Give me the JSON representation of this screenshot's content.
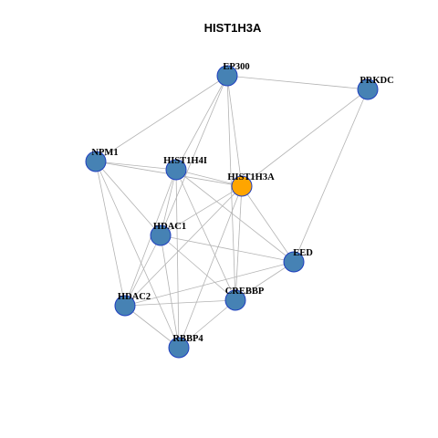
{
  "title": "HIST1H3A",
  "colors": {
    "node_default": "#4682b4",
    "node_highlight": "#ffa500",
    "node_border": "#1f3fbf",
    "edge": "#b3b3b3"
  },
  "nodes": [
    {
      "id": "EP300",
      "label": "EP300",
      "highlight": false
    },
    {
      "id": "PRKDC",
      "label": "PRKDC",
      "highlight": false
    },
    {
      "id": "NPM1",
      "label": "NPM1",
      "highlight": false
    },
    {
      "id": "HIST1H4I",
      "label": "HIST1H4I",
      "highlight": false
    },
    {
      "id": "HIST1H3A",
      "label": "HIST1H3A",
      "highlight": true
    },
    {
      "id": "HDAC1",
      "label": "HDAC1",
      "highlight": false
    },
    {
      "id": "EED",
      "label": "EED",
      "highlight": false
    },
    {
      "id": "HDAC2",
      "label": "HDAC2",
      "highlight": false
    },
    {
      "id": "CREBBP",
      "label": "CREBBP",
      "highlight": false
    },
    {
      "id": "RBBP4",
      "label": "RBBP4",
      "highlight": false
    }
  ],
  "edges": [
    [
      "EP300",
      "PRKDC"
    ],
    [
      "EP300",
      "NPM1"
    ],
    [
      "EP300",
      "HIST1H4I"
    ],
    [
      "EP300",
      "HIST1H3A"
    ],
    [
      "EP300",
      "HDAC1"
    ],
    [
      "EP300",
      "CREBBP"
    ],
    [
      "PRKDC",
      "HIST1H3A"
    ],
    [
      "PRKDC",
      "EED"
    ],
    [
      "NPM1",
      "HIST1H4I"
    ],
    [
      "NPM1",
      "HIST1H3A"
    ],
    [
      "NPM1",
      "HDAC2"
    ],
    [
      "NPM1",
      "RBBP4"
    ],
    [
      "NPM1",
      "HDAC1"
    ],
    [
      "HIST1H4I",
      "HIST1H3A"
    ],
    [
      "HIST1H4I",
      "HDAC1"
    ],
    [
      "HIST1H4I",
      "HDAC2"
    ],
    [
      "HIST1H4I",
      "RBBP4"
    ],
    [
      "HIST1H4I",
      "CREBBP"
    ],
    [
      "HIST1H4I",
      "EED"
    ],
    [
      "HIST1H3A",
      "HDAC1"
    ],
    [
      "HIST1H3A",
      "EED"
    ],
    [
      "HIST1H3A",
      "HDAC2"
    ],
    [
      "HIST1H3A",
      "CREBBP"
    ],
    [
      "HIST1H3A",
      "RBBP4"
    ],
    [
      "HDAC1",
      "EED"
    ],
    [
      "HDAC1",
      "HDAC2"
    ],
    [
      "HDAC1",
      "RBBP4"
    ],
    [
      "HDAC1",
      "CREBBP"
    ],
    [
      "EED",
      "HDAC2"
    ],
    [
      "EED",
      "CREBBP"
    ],
    [
      "HDAC2",
      "CREBBP"
    ],
    [
      "HDAC2",
      "RBBP4"
    ],
    [
      "CREBBP",
      "RBBP4"
    ]
  ]
}
